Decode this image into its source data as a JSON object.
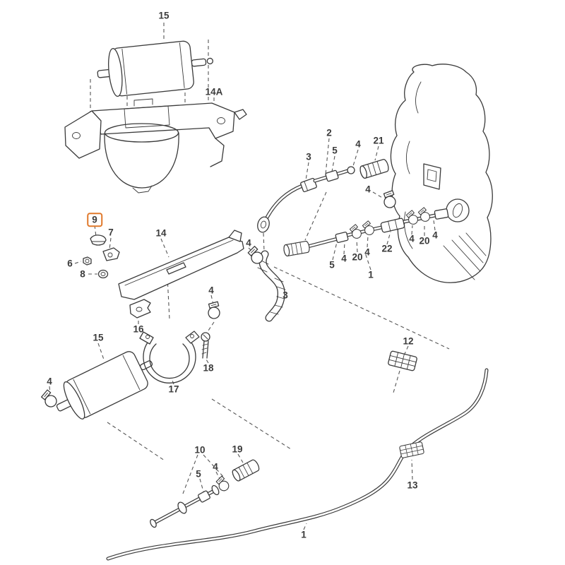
{
  "meta": {
    "diagram_type": "exploded-parts-diagram",
    "highlighted_callout": "9",
    "highlight_color": "#E0782A",
    "line_color": "#3A3A3A",
    "background_color": "#FFFFFF"
  },
  "callouts": [
    {
      "id": "15-top",
      "text": "15"
    },
    {
      "id": "14A",
      "text": "14A"
    },
    {
      "id": "2",
      "text": "2"
    },
    {
      "id": "3-upper",
      "text": "3"
    },
    {
      "id": "5-upper",
      "text": "5"
    },
    {
      "id": "4-upper",
      "text": "4"
    },
    {
      "id": "21",
      "text": "21"
    },
    {
      "id": "4-upper-clamp",
      "text": "4"
    },
    {
      "id": "9",
      "text": "9"
    },
    {
      "id": "7",
      "text": "7"
    },
    {
      "id": "14",
      "text": "14"
    },
    {
      "id": "6",
      "text": "6"
    },
    {
      "id": "8",
      "text": "8"
    },
    {
      "id": "4-hose-clamp",
      "text": "4"
    },
    {
      "id": "3-hose",
      "text": "3"
    },
    {
      "id": "4-mid-clamp",
      "text": "4"
    },
    {
      "id": "16",
      "text": "16"
    },
    {
      "id": "15-lower",
      "text": "15"
    },
    {
      "id": "17",
      "text": "17"
    },
    {
      "id": "18",
      "text": "18"
    },
    {
      "id": "4-filter-clamp",
      "text": "4"
    },
    {
      "id": "10",
      "text": "10"
    },
    {
      "id": "5-lower",
      "text": "5"
    },
    {
      "id": "4-lower-clamp",
      "text": "4"
    },
    {
      "id": "19",
      "text": "19"
    },
    {
      "id": "12",
      "text": "12"
    },
    {
      "id": "13",
      "text": "13"
    },
    {
      "id": "1-line",
      "text": "1"
    },
    {
      "id": "5-pipe",
      "text": "5"
    },
    {
      "id": "4-pipe-a",
      "text": "4"
    },
    {
      "id": "20-a",
      "text": "20"
    },
    {
      "id": "4-pipe-b",
      "text": "4"
    },
    {
      "id": "22",
      "text": "22"
    },
    {
      "id": "4-pipe-c",
      "text": "4"
    },
    {
      "id": "20-b",
      "text": "20"
    },
    {
      "id": "4-pipe-d",
      "text": "4"
    },
    {
      "id": "1-pipe",
      "text": "1"
    }
  ]
}
